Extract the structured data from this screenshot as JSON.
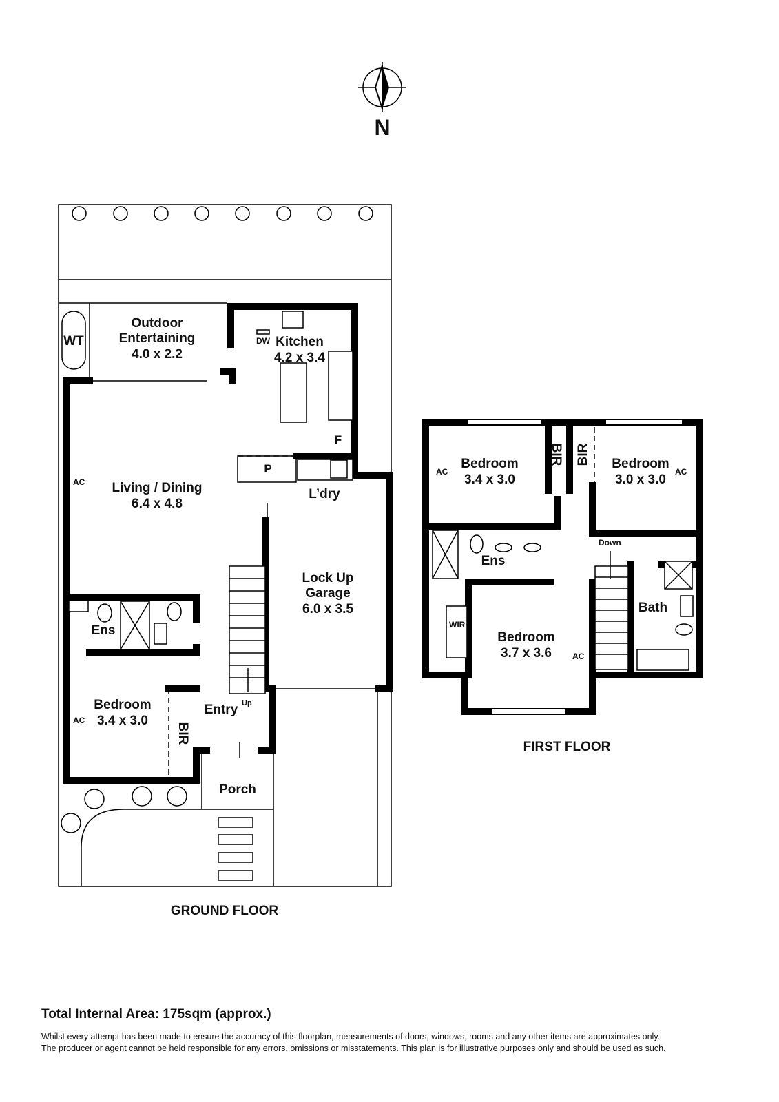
{
  "compass": {
    "label": "N",
    "icon": "north-arrow-icon"
  },
  "ground_floor": {
    "title": "GROUND FLOOR",
    "rooms": [
      {
        "name": "Outdoor",
        "name2": "Entertaining",
        "size": "4.0 x 2.2"
      },
      {
        "name": "Kitchen",
        "size": "4.2 x 3.4"
      },
      {
        "name": "Living / Dining",
        "size": "6.4 x 4.8"
      },
      {
        "name": "Lock Up",
        "name2": "Garage",
        "size": "6.0 x 3.5"
      },
      {
        "name": "Bedroom",
        "size": "3.4 x 3.0"
      },
      {
        "name": "Ens"
      },
      {
        "name": "L’dry"
      },
      {
        "name": "Entry"
      },
      {
        "name": "Porch"
      }
    ],
    "labels": {
      "wt": "WT",
      "dw": "DW",
      "f": "F",
      "p": "P",
      "ac": "AC",
      "bir": "BIR",
      "up": "Up"
    }
  },
  "first_floor": {
    "title": "FIRST FLOOR",
    "rooms": [
      {
        "name": "Bedroom",
        "size": "3.4 x 3.0"
      },
      {
        "name": "Bedroom",
        "size": "3.0 x 3.0"
      },
      {
        "name": "Bedroom",
        "size": "3.7 x 3.6"
      },
      {
        "name": "Ens"
      },
      {
        "name": "Bath"
      }
    ],
    "labels": {
      "ac": "AC",
      "bir": "BIR",
      "wir": "WIR",
      "down": "Down"
    }
  },
  "footer": {
    "total_area": "Total Internal Area: 175sqm (approx.)",
    "disclaimer_line1": "Whilst every attempt has been made to ensure the accuracy of this floorplan, measurements of doors, windows, rooms and any other items are approximates only.",
    "disclaimer_line2": "The producer or agent cannot be held responsible for any errors, omissions or misstatements. This plan is for illustrative purposes only and should be used as such."
  }
}
